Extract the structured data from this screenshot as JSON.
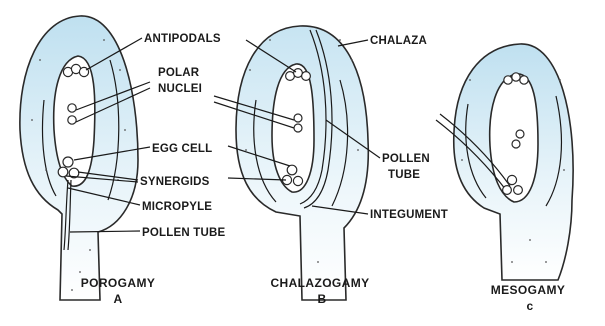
{
  "colors": {
    "tissue_fill": "#cfe7f3",
    "tissue_light": "#eef7fb",
    "outline": "#2a2a2a"
  },
  "labels": {
    "antipodals": "ANTIPODALS",
    "polar_nuclei_line1": "POLAR",
    "polar_nuclei_line2": "NUCLEI",
    "egg_cell": "EGG CELL",
    "synergids": "SYNERGIDS",
    "micropyle": "MICROPYLE",
    "pollen_tube_a": "POLLEN TUBE",
    "chalaza": "CHALAZA",
    "pollen_tube_b_line1": "POLLEN",
    "pollen_tube_b_line2": "TUBE",
    "integument": "INTEGUMENT"
  },
  "panels": [
    {
      "title": "POROGAMY",
      "letter": "A"
    },
    {
      "title": "CHALAZOGAMY",
      "letter": "B"
    },
    {
      "title": "MESOGAMY",
      "letter": "c"
    }
  ]
}
